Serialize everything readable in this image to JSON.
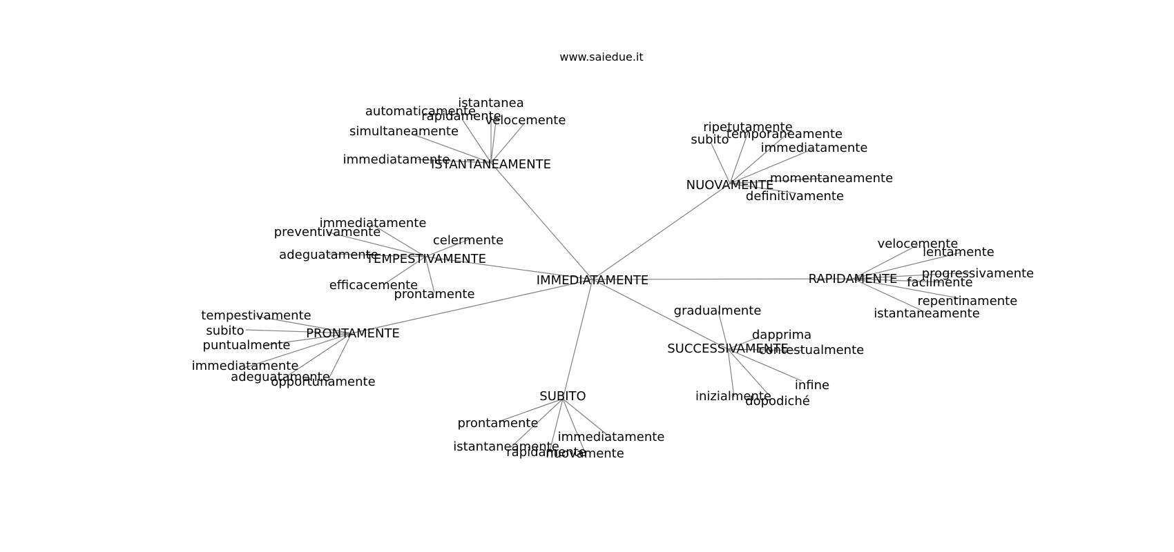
{
  "site_label": "www.saiedue.it",
  "root": "IMMEDIATAMENTE",
  "clusters": [
    {
      "hub": "ISTANTANEAMENTE",
      "leaves": [
        "istantanea",
        "automaticamente",
        "rapidamente",
        "velocemente",
        "simultaneamente",
        "immediatamente"
      ]
    },
    {
      "hub": "NUOVAMENTE",
      "leaves": [
        "ripetutamente",
        "subito",
        "temporaneamente",
        "immediatamente",
        "momentaneamente",
        "definitivamente"
      ]
    },
    {
      "hub": "TEMPESTIVAMENTE",
      "leaves": [
        "immediatamente",
        "preventivamente",
        "celermente",
        "adeguatamente",
        "efficacemente",
        "prontamente"
      ]
    },
    {
      "hub": "RAPIDAMENTE",
      "leaves": [
        "velocemente",
        "lentamente",
        "progressivamente",
        "facilmente",
        "repentinamente",
        "istantaneamente"
      ]
    },
    {
      "hub": "PRONTAMENTE",
      "leaves": [
        "tempestivamente",
        "subito",
        "puntualmente",
        "immediatamente",
        "adeguatamente",
        "opportunamente"
      ]
    },
    {
      "hub": "SUCCESSIVAMENTE",
      "leaves": [
        "gradualmente",
        "dapprima",
        "contestualmente",
        "infine",
        "inizialmente",
        "dopodiché"
      ]
    },
    {
      "hub": "SUBITO",
      "leaves": [
        "prontamente",
        "istantaneamente",
        "rapidamente",
        "nuovamente",
        "immediatamente"
      ]
    }
  ]
}
